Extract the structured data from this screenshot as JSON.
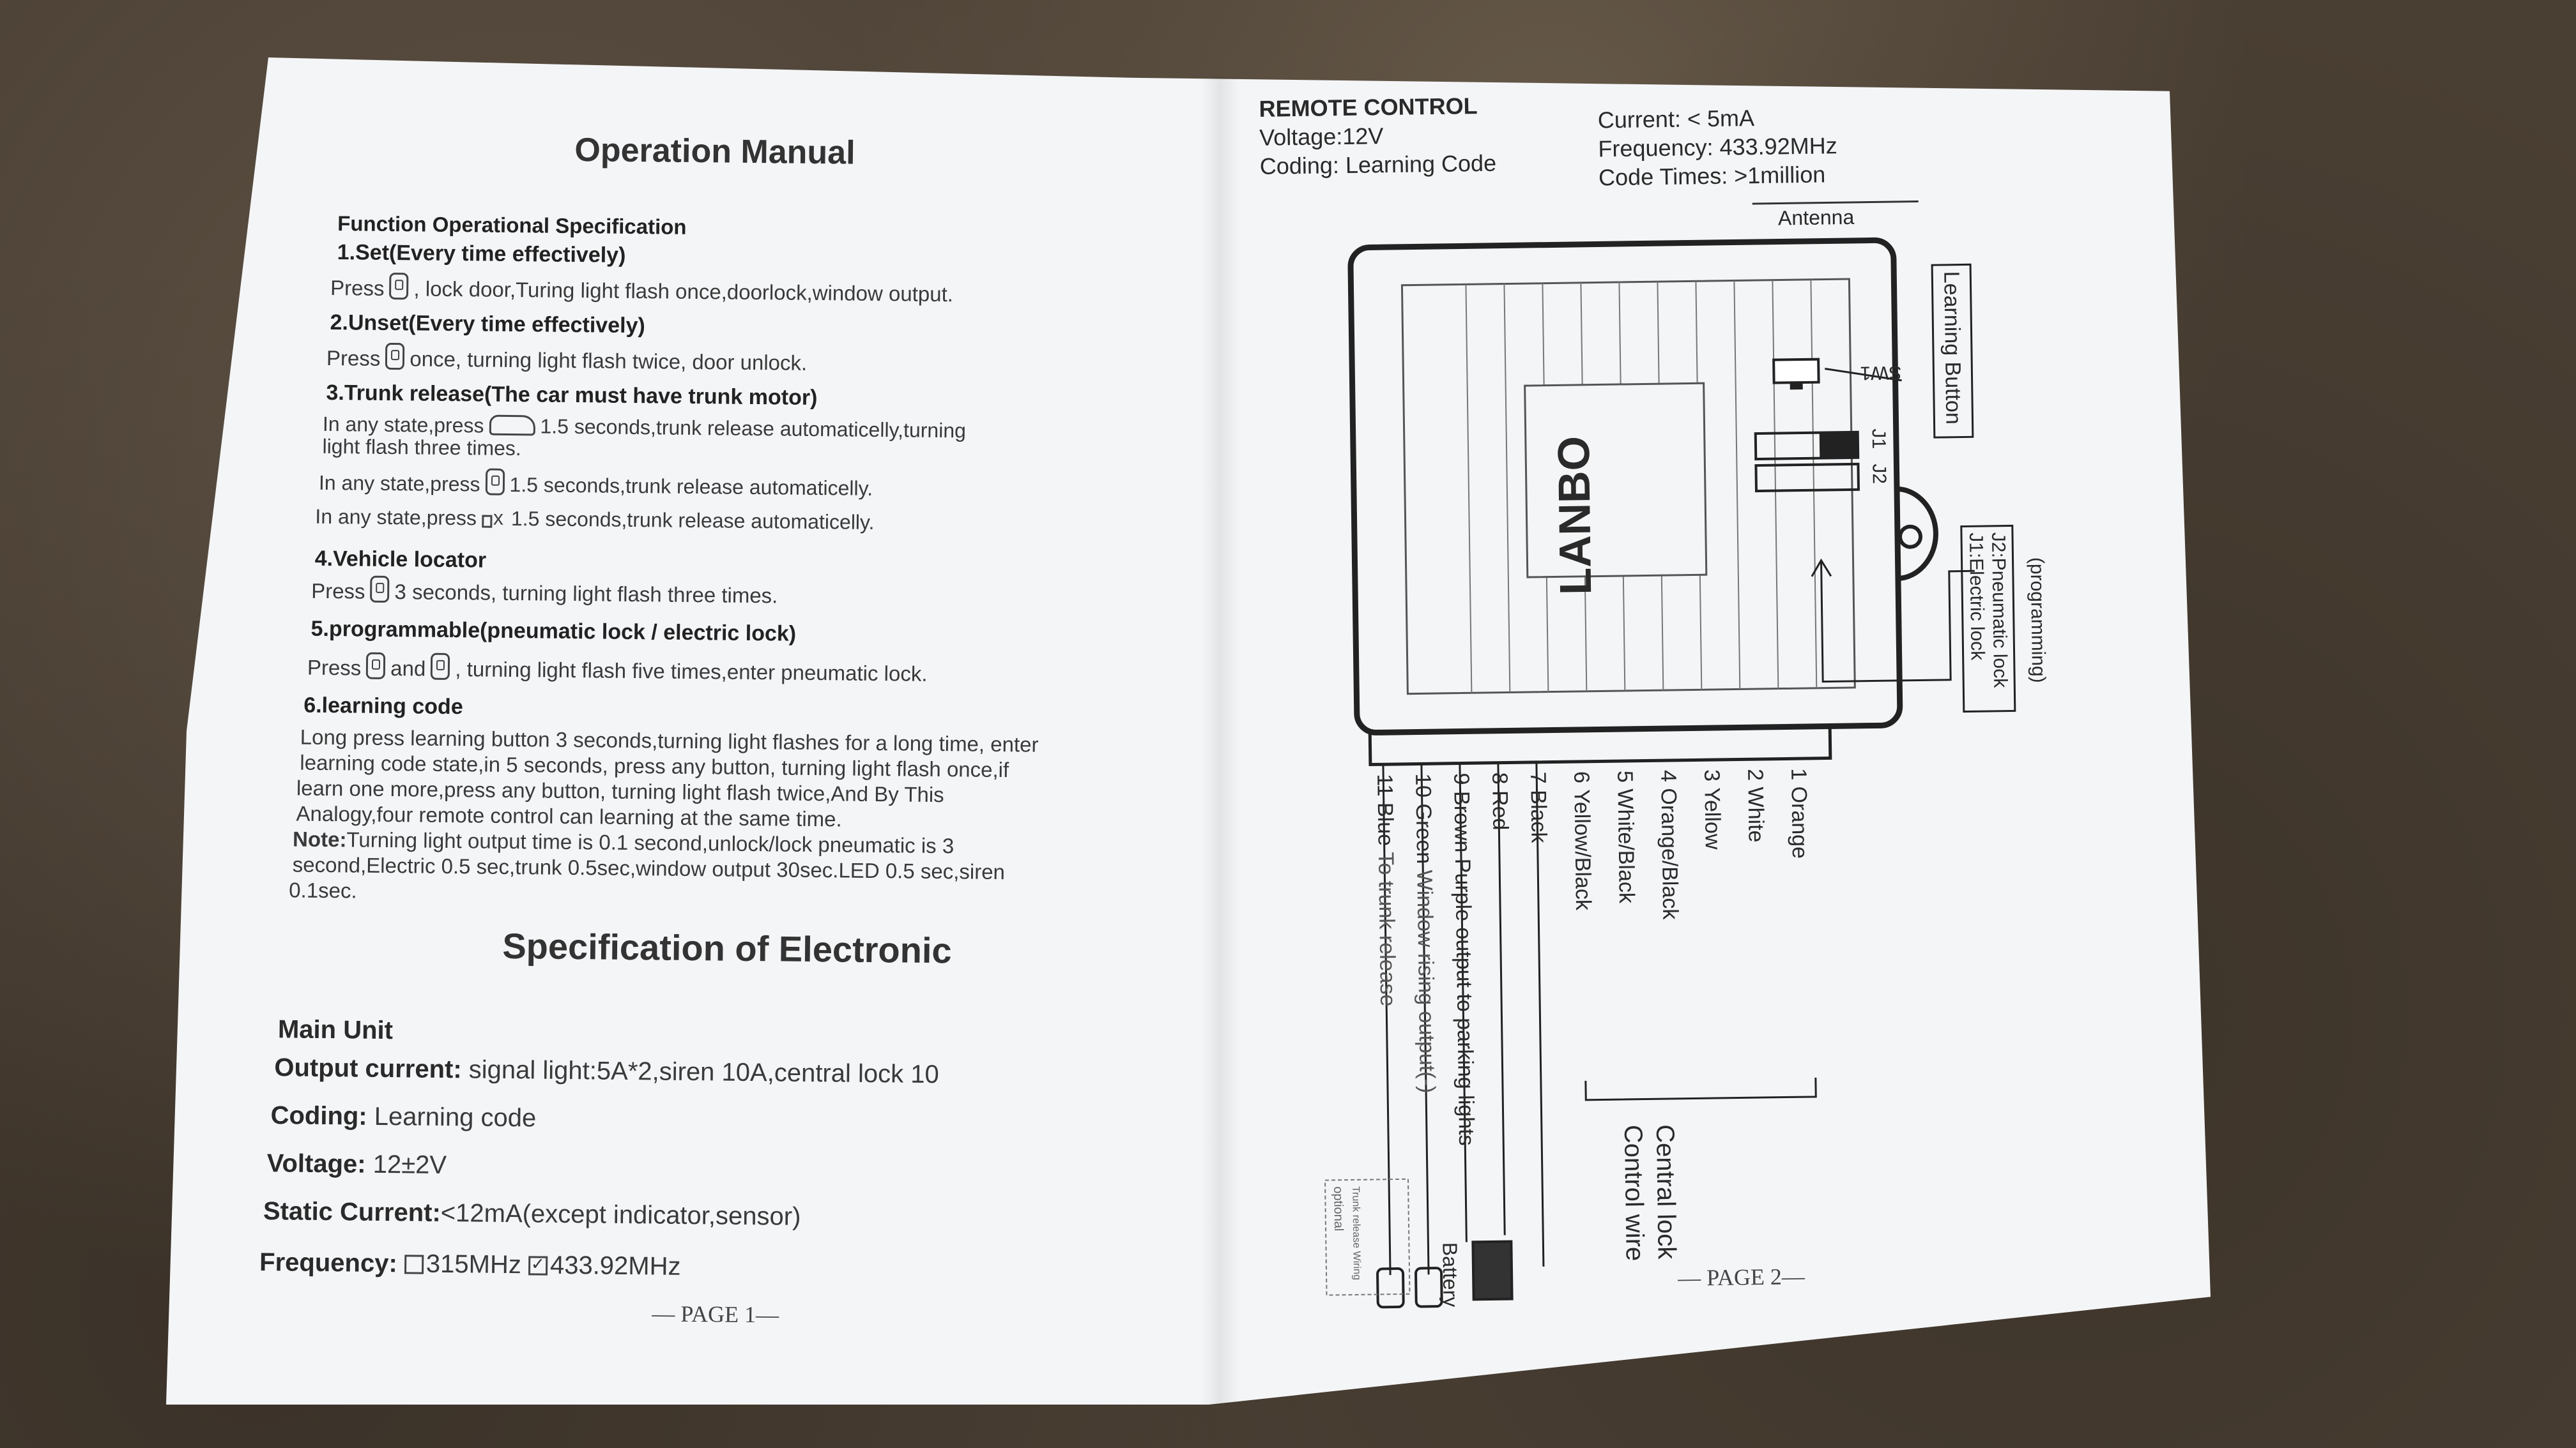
{
  "page1": {
    "title": "Operation Manual",
    "subtitle": "Function Operational Specification",
    "sections": [
      {
        "heading": "1.Set(Every time effectively)",
        "lines": [
          "Press",
          ", lock door,Turing light flash once,doorlock,window output."
        ]
      },
      {
        "heading": "2.Unset(Every time effectively)",
        "lines": [
          "Press",
          "once, turning light flash twice, door unlock."
        ]
      },
      {
        "heading": "3.Trunk release(The car must have trunk motor)",
        "lines": [
          "In any state,press",
          "1.5 seconds,trunk release automaticelly,turning",
          "light flash three times.",
          "In any state,press",
          "1.5 seconds,trunk release automaticelly.",
          "In any state,press",
          "1.5 seconds,trunk release automaticelly."
        ]
      },
      {
        "heading": "4.Vehicle locator",
        "lines": [
          "Press",
          "3 seconds, turning light flash three times."
        ]
      },
      {
        "heading": "5.programmable(pneumatic lock / electric lock)",
        "lines": [
          "Press",
          "and",
          ", turning light flash five times,enter pneumatic lock."
        ]
      },
      {
        "heading": "6.learning code",
        "lines": [
          "Long press learning button 3 seconds,turning light flashes for a long time, enter",
          "learning code state,in  5  seconds, press any button, turning light flash once,if",
          "learn one more,press any button, turning light flash twice,And By This",
          "Analogy,four remote control can learning at the same time.",
          "Note:",
          "Turning light output time is 0.1 second,unlock/lock pneumatic is 3",
          "second,Electric 0.5 sec,trunk 0.5sec,window output 30sec.LED 0.5 sec,siren",
          "0.1sec."
        ]
      }
    ],
    "spec_title": "Specification of Electronic",
    "spec": {
      "main_unit": "Main Unit",
      "output_current_k": "Output current:",
      "output_current_v": "signal light:5A*2,siren 10A,central lock 10",
      "coding_k": "Coding:",
      "coding_v": "Learning code",
      "voltage_k": "Voltage:",
      "voltage_v": "12±2V",
      "static_k": "Static Current:",
      "static_v": "<12mA(except indicator,sensor)",
      "freq_k": "Frequency:",
      "freq_a": "315MHz",
      "freq_b": "433.92MHz"
    },
    "footer": "— PAGE 1—"
  },
  "page2": {
    "remote_title": "REMOTE CONTROL",
    "voltage": "Voltage:12V",
    "coding": "Coding: Learning Code",
    "current": "Current: < 5mA",
    "frequency": "Frequency: 433.92MHz",
    "code_times": "Code Times: >1million",
    "antenna": "Antenna",
    "learning_button": "Learning Button",
    "sw1": "SW1",
    "brand": "LANBO",
    "j1": "J1",
    "j2": "J2",
    "j1_desc": "J1:Electric lock",
    "j2_desc": "J2:Pneumatic lock",
    "programming": "(programming)",
    "wires": [
      {
        "num": "11",
        "color": "Blue",
        "desc": "To trunk release"
      },
      {
        "num": "10",
        "color": "Green",
        "desc": "Window rising output(-)"
      },
      {
        "num": "9",
        "color": "Brown",
        "desc": "Purple output to parking lights"
      },
      {
        "num": "8",
        "color": "Red",
        "desc": ""
      },
      {
        "num": "7",
        "color": "Black",
        "desc": ""
      },
      {
        "num": "6",
        "color": "Yellow/Black",
        "desc": ""
      },
      {
        "num": "5",
        "color": "White/Black",
        "desc": ""
      },
      {
        "num": "4",
        "color": "Orange/Black",
        "desc": ""
      },
      {
        "num": "3",
        "color": "Yellow",
        "desc": ""
      },
      {
        "num": "2",
        "color": "White",
        "desc": ""
      },
      {
        "num": "1",
        "color": "Orange",
        "desc": ""
      }
    ],
    "central_lock_1": "Central lock",
    "central_lock_2": "Control wire",
    "battery": "Battery",
    "optional": "optional",
    "trunk_wiring": "Trunk release Wiring",
    "footer": "— PAGE 2—"
  }
}
